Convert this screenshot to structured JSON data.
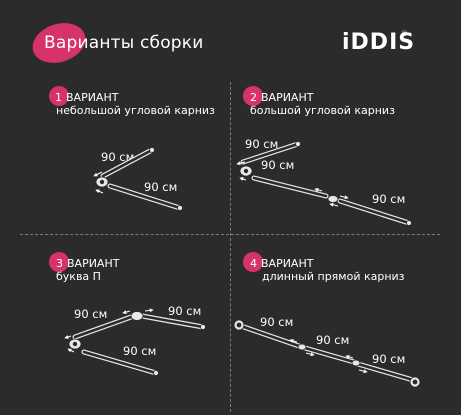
{
  "header": {
    "title": "Варианты сборки",
    "brand": "iDDIS",
    "brand_mark": "®"
  },
  "colors": {
    "accent": "#d6336c",
    "background": "#2b2b2b",
    "rod": "#e8e8e8"
  },
  "variants": [
    {
      "number": "1",
      "title": "ВАРИАНТ",
      "description": "небольшой угловой карниз",
      "lengths": [
        "90 см",
        "90 см"
      ]
    },
    {
      "number": "2",
      "title": "ВАРИАНТ",
      "description": "большой угловой карниз",
      "lengths": [
        "90 см",
        "90 см",
        "90 см"
      ]
    },
    {
      "number": "3",
      "title": "ВАРИАНТ",
      "description": "буква П",
      "lengths": [
        "90 см",
        "90 см",
        "90 см"
      ]
    },
    {
      "number": "4",
      "title": "ВАРИАНТ",
      "description": "длинный прямой карниз",
      "lengths": [
        "90 см",
        "90 см",
        "90 см"
      ]
    }
  ],
  "icons": [
    "corner-connector-icon",
    "straight-connector-icon",
    "wall-mount-icon",
    "arrow-icon"
  ]
}
